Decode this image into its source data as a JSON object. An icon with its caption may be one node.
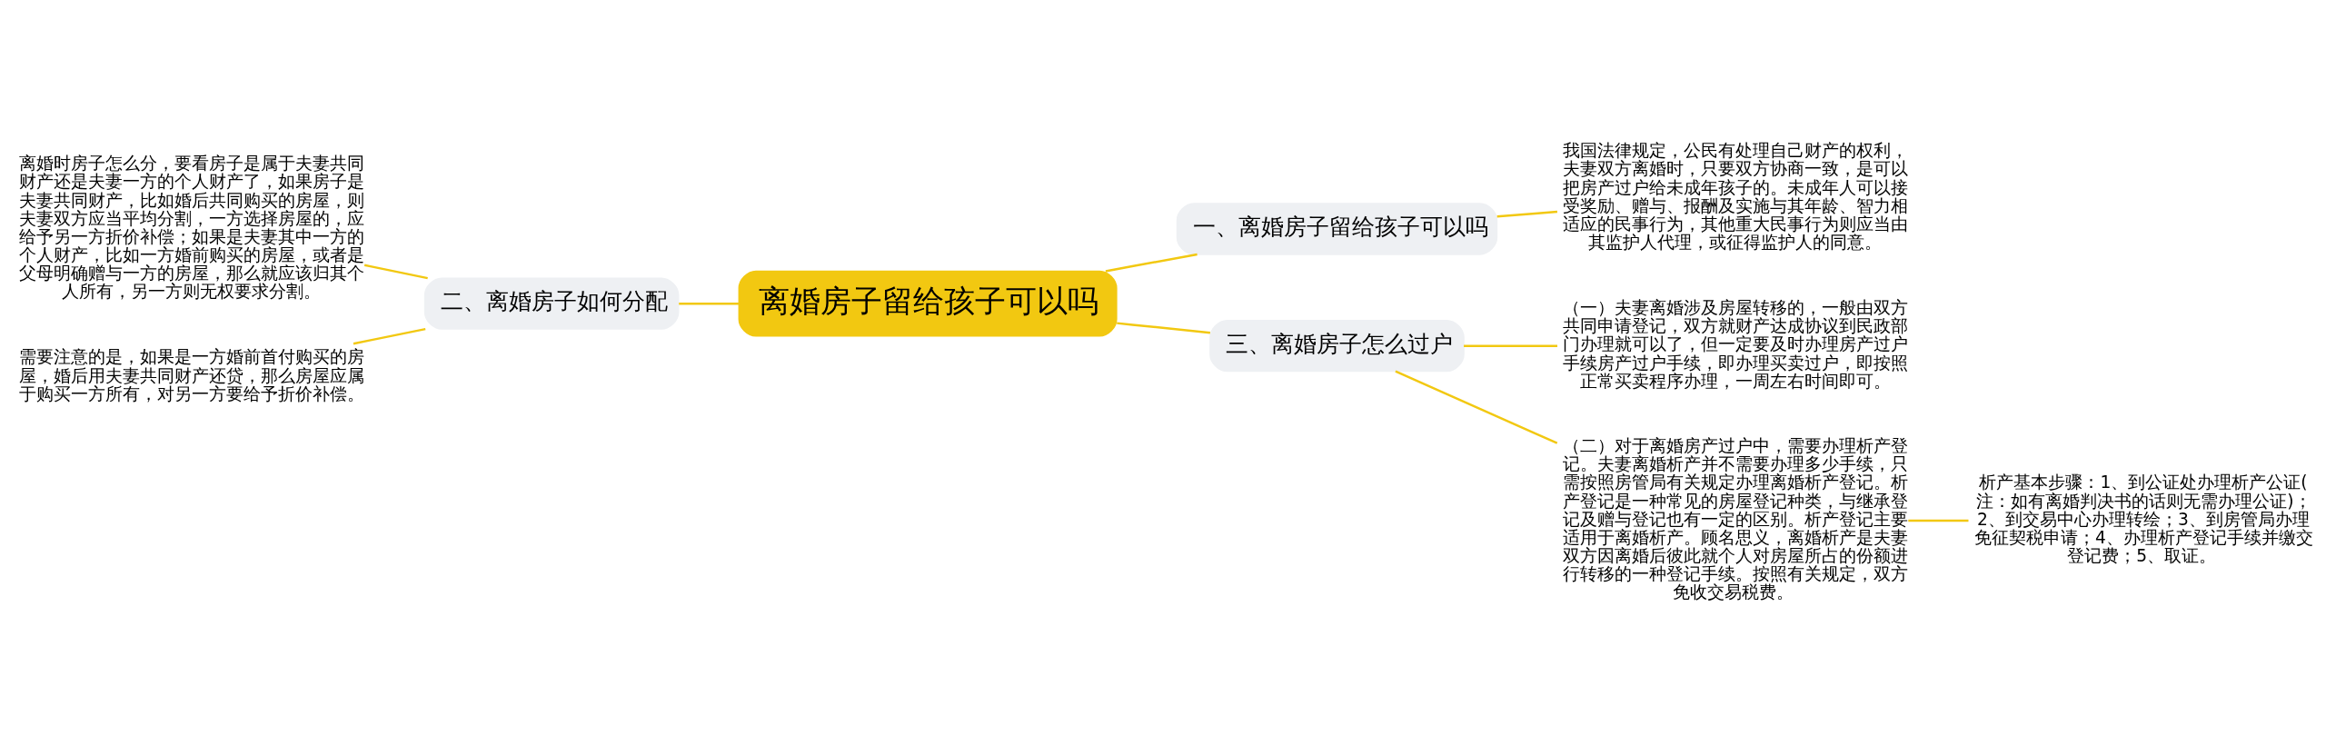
{
  "diagram": {
    "nodes": [
      {
        "text": [
          "离婚房子留给孩子可以吗"
        ]
      },
      {
        "text": [
          "一、离婚房子留给孩子可以吗"
        ]
      },
      {
        "text": [
          "我国法律规定，公民有处理自己财产的权利，夫妻双方离婚时，只要双方协商一致，是可以把房产过户给未成年孩子的。未成年人可以接受奖励、赠与、报酬及实施与其年龄、智力相适应的民事行为，其他重大民事行为则应当由其监护人代理，或征得监护人的同意。"
        ]
      },
      {
        "text": [
          "二、离婚房子如何分配"
        ]
      },
      {
        "text": [
          "离婚时房子怎么分，要看房子是属于夫妻共同财产还是夫妻一方的个人财产了，如果房子是夫妻共同财产，比如婚后共同购买的房屋，则夫妻双方应当平均分割，一方选择房屋的，应给予另一方折价补偿；如果是夫妻其中一方的个人财产，比如一方婚前购买的房屋，或者是父母明确赠与一方的房屋，那么就应该归其个人所有，另一方则无权要求分割。"
        ]
      },
      {
        "text": [
          "需要注意的是，如果是一方婚前首付购买的房屋，婚后用夫妻共同财产还贷，那么房屋应属于购买一方所有，对另一方要给予折价补偿。"
        ]
      },
      {
        "text": [
          "三、离婚房子怎么过户"
        ]
      },
      {
        "text": [
          "（一）夫妻离婚涉及房屋转移的，一般由双方共同申请登记，双方就财产达成协议到民政部门办理就可以了，但一定要及时办理房产过户手续房产过户手续，即办理买卖过户，即按照正常买卖程序办理，一周左右时间即可。"
        ]
      },
      {
        "text": [
          "（二）对于离婚房产过户中，需要办理析产登记。夫妻离婚析产并不需要办理多少手续，只需按照房管局有关规定办理离婚析产登记。析产登记是一种常见的房屋登记种类，与继承登记及赠与登记也有一定的区别。析产登记主要适用于离婚析产。顾名思义，离婚析产是夫妻双方因离婚后彼此就个人对房屋所占的份额进行转移的一种登记手续。按照有关规定，双方免收交易税费。"
        ]
      },
      {
        "text": [
          "析产基本步骤：1、到公证处办理析产公证(注：如有离婚判决书的话则无需办理公证)；2、到交易中心办理转绘；3、到房管局办理免征契税申请；4、办理析产登记手续并缴交登记费；5、取证。"
        ]
      }
    ],
    "edges": [
      {
        "from": 0,
        "to": 1,
        "arrow": "none"
      },
      {
        "from": 1,
        "to": 2,
        "arrow": "none"
      },
      {
        "from": 4,
        "to": 3,
        "arrow": "none"
      },
      {
        "from": 5,
        "to": 3,
        "arrow": "none"
      },
      {
        "from": 3,
        "to": 0,
        "arrow": "none"
      },
      {
        "from": 0,
        "to": 6,
        "arrow": "none"
      },
      {
        "from": 6,
        "to": 7,
        "arrow": "none"
      },
      {
        "from": 6,
        "to": 8,
        "arrow": "none"
      },
      {
        "from": 8,
        "to": 9,
        "arrow": "none"
      }
    ]
  }
}
